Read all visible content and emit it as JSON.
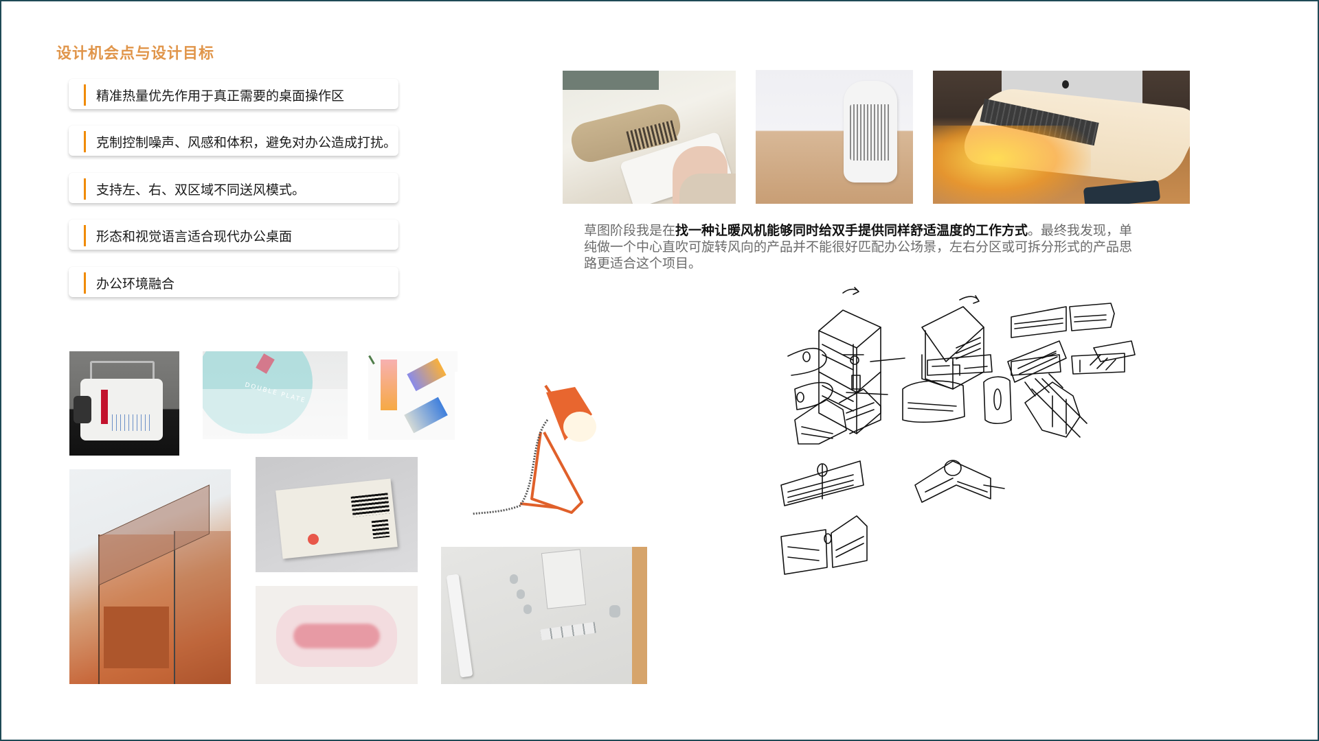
{
  "page": {
    "title": "设计机会点与设计目标",
    "accent_color": "#f08a00",
    "title_color": "#e0954a",
    "frame_color": "#1e4a56"
  },
  "goals": [
    {
      "text": "精准热量优先作用于真正需要的桌面操作区"
    },
    {
      "text": "克制控制噪声、风感和体积，避免对办公造成打扰。"
    },
    {
      "text": "支持左、右、双区域不同送风模式。"
    },
    {
      "text": "形态和视觉语言适合现代办公桌面"
    },
    {
      "text": "办公环境融合"
    }
  ],
  "reference_photos": [
    {
      "name": "beige-desktop-heater-with-keyboard"
    },
    {
      "name": "white-cylinder-heater"
    },
    {
      "name": "monitor-stand-heater-with-warm-airflow"
    }
  ],
  "paragraph": {
    "lead": "草图阶段我是在",
    "bold": "找一种让暖风机能够同时给双手提供同样舒适温度的工作方式",
    "rest": "。最终我发现，单纯做一个中心直吹可旋转风向的产品并不能很好匹配办公场景，左右分区或可拆分形式的产品思路更适合这个项目。"
  },
  "moodboard": [
    {
      "name": "retro-radio"
    },
    {
      "name": "double-plate-packaging",
      "label": "DOUBLE PLATE"
    },
    {
      "name": "gradient-acrylic-vases"
    },
    {
      "name": "orange-desk-lamp"
    },
    {
      "name": "amber-glass-cube"
    },
    {
      "name": "braun-radio-box"
    },
    {
      "name": "frosted-pink-object"
    },
    {
      "name": "braun-record-player"
    }
  ],
  "sketches": {
    "name": "hand-drawn-concept-sketches",
    "count": 16
  }
}
